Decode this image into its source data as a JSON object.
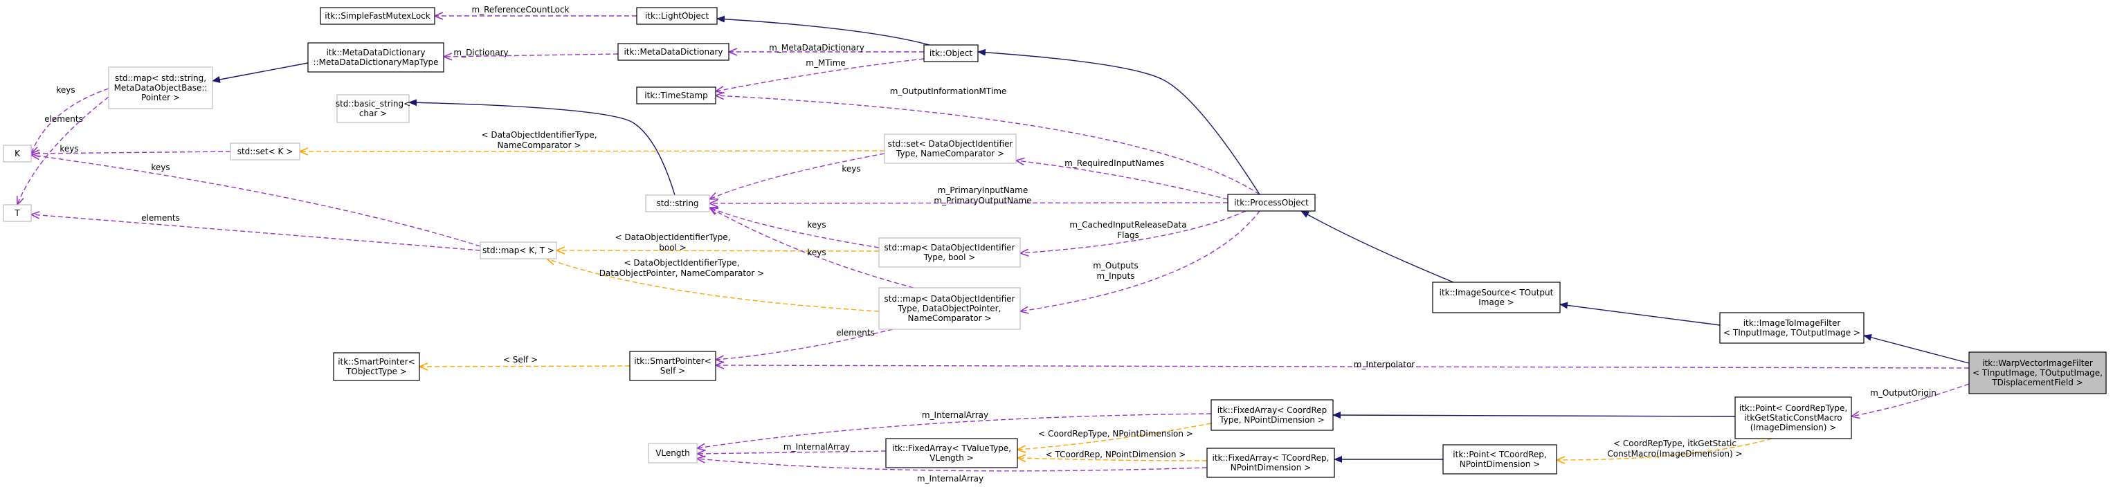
{
  "colors": {
    "background": "#ffffff",
    "node_border": "#000000",
    "node_border_template": "#bfbfbf",
    "node_fill": "#ffffff",
    "focus_fill": "#bfbfbf",
    "inheritance": "#191970",
    "usage": "#9a32cd",
    "template": "#ffa500",
    "text": "#000000"
  },
  "nodes": [
    {
      "id": "SimpleFastMutexLock",
      "lines": [
        "itk::SimpleFastMutexLock"
      ],
      "style": "normal"
    },
    {
      "id": "LightObject",
      "lines": [
        "itk::LightObject"
      ],
      "style": "normal"
    },
    {
      "id": "MapType",
      "lines": [
        "itk::MetaDataDictionary",
        "::MetaDataDictionaryMapType"
      ],
      "style": "normal"
    },
    {
      "id": "MetaDataDictionary",
      "lines": [
        "itk::MetaDataDictionary"
      ],
      "style": "normal"
    },
    {
      "id": "Object",
      "lines": [
        "itk::Object"
      ],
      "style": "normal"
    },
    {
      "id": "StdMapString",
      "lines": [
        "std::map< std::string,",
        "MetaDataObjectBase::",
        "Pointer >"
      ],
      "style": "template"
    },
    {
      "id": "TimeStamp",
      "lines": [
        "itk::TimeStamp"
      ],
      "style": "normal"
    },
    {
      "id": "BasicString",
      "lines": [
        "std::basic_string<",
        "char >"
      ],
      "style": "template"
    },
    {
      "id": "K",
      "lines": [
        "K"
      ],
      "style": "template"
    },
    {
      "id": "StdSetK",
      "lines": [
        "std::set< K >"
      ],
      "style": "template"
    },
    {
      "id": "StdSetDOI",
      "lines": [
        "std::set< DataObjectIdentifier",
        "Type, NameComparator >"
      ],
      "style": "template"
    },
    {
      "id": "StdString",
      "lines": [
        "std::string"
      ],
      "style": "template"
    },
    {
      "id": "ProcessObject",
      "lines": [
        "itk::ProcessObject"
      ],
      "style": "normal"
    },
    {
      "id": "T",
      "lines": [
        "T"
      ],
      "style": "template"
    },
    {
      "id": "StdMapKT",
      "lines": [
        "std::map< K, T >"
      ],
      "style": "template"
    },
    {
      "id": "StdMapDOIBool",
      "lines": [
        "std::map< DataObjectIdentifier",
        "Type, bool >"
      ],
      "style": "template"
    },
    {
      "id": "ImageSource",
      "lines": [
        "itk::ImageSource< TOutput",
        "Image >"
      ],
      "style": "normal"
    },
    {
      "id": "StdMapDOIPtr",
      "lines": [
        "std::map< DataObjectIdentifier",
        "Type, DataObjectPointer,",
        "NameComparator >"
      ],
      "style": "template"
    },
    {
      "id": "ImageToImageFilter",
      "lines": [
        "itk::ImageToImageFilter",
        "< TInputImage, TOutputImage >"
      ],
      "style": "normal"
    },
    {
      "id": "SmartPointerTObject",
      "lines": [
        "itk::SmartPointer<",
        "TObjectType >"
      ],
      "style": "normal"
    },
    {
      "id": "SmartPointerSelf",
      "lines": [
        "itk::SmartPointer<",
        "Self >"
      ],
      "style": "normal"
    },
    {
      "id": "WarpVectorImageFilter",
      "lines": [
        "itk::WarpVectorImageFilter",
        "< TInputImage, TOutputImage,",
        "TDisplacementField >"
      ],
      "style": "focus"
    },
    {
      "id": "FixedArrayCoordRepType",
      "lines": [
        "itk::FixedArray< CoordRep",
        "Type, NPointDimension >"
      ],
      "style": "normal"
    },
    {
      "id": "PointCoordRepType",
      "lines": [
        "itk::Point< CoordRepType,",
        "itkGetStaticConstMacro",
        "(ImageDimension) >"
      ],
      "style": "normal"
    },
    {
      "id": "FixedArrayTValueType",
      "lines": [
        "itk::FixedArray< TValueType,",
        "VLength >"
      ],
      "style": "normal"
    },
    {
      "id": "VLength",
      "lines": [
        "VLength"
      ],
      "style": "template"
    },
    {
      "id": "FixedArrayTCoordRep",
      "lines": [
        "itk::FixedArray< TCoordRep,",
        "NPointDimension >"
      ],
      "style": "normal"
    },
    {
      "id": "PointTCoordRep",
      "lines": [
        "itk::Point< TCoordRep,",
        "NPointDimension >"
      ],
      "style": "normal"
    }
  ],
  "edges": [
    {
      "from": "LightObject",
      "to": "SimpleFastMutexLock",
      "kind": "usage",
      "labels": [
        "m_ReferenceCountLock"
      ]
    },
    {
      "from": "Object",
      "to": "LightObject",
      "kind": "inheritance",
      "labels": []
    },
    {
      "from": "MetaDataDictionary",
      "to": "MapType",
      "kind": "usage",
      "labels": [
        "m_Dictionary"
      ]
    },
    {
      "from": "Object",
      "to": "MetaDataDictionary",
      "kind": "usage",
      "labels": [
        "m_MetaDataDictionary"
      ]
    },
    {
      "from": "Object",
      "to": "TimeStamp",
      "kind": "usage",
      "labels": [
        "m_MTime"
      ]
    },
    {
      "from": "MapType",
      "to": "StdMapString",
      "kind": "inheritance",
      "labels": []
    },
    {
      "from": "StdMapString",
      "to": "K",
      "kind": "usage",
      "labels": [
        "keys"
      ]
    },
    {
      "from": "StdMapString",
      "to": "T",
      "kind": "usage",
      "labels": [
        "elements"
      ]
    },
    {
      "from": "ProcessObject",
      "to": "Object",
      "kind": "inheritance",
      "labels": []
    },
    {
      "from": "ProcessObject",
      "to": "TimeStamp",
      "kind": "usage",
      "labels": [
        "m_OutputInformationMTime"
      ]
    },
    {
      "from": "StdString",
      "to": "BasicString",
      "kind": "inheritance",
      "labels": []
    },
    {
      "from": "StdSetK",
      "to": "K",
      "kind": "usage",
      "labels": [
        "keys"
      ]
    },
    {
      "from": "StdSetDOI",
      "to": "StdSetK",
      "kind": "template",
      "labels": [
        "< DataObjectIdentifierType,",
        "NameComparator >"
      ]
    },
    {
      "from": "StdSetDOI",
      "to": "StdString",
      "kind": "usage",
      "labels": [
        "keys"
      ]
    },
    {
      "from": "ProcessObject",
      "to": "StdSetDOI",
      "kind": "usage",
      "labels": [
        "m_RequiredInputNames"
      ]
    },
    {
      "from": "ProcessObject",
      "to": "StdString",
      "kind": "usage",
      "labels": [
        "m_PrimaryInputName",
        "m_PrimaryOutputName"
      ]
    },
    {
      "from": "StdMapKT",
      "to": "K",
      "kind": "usage",
      "labels": [
        "keys"
      ]
    },
    {
      "from": "StdMapKT",
      "to": "T",
      "kind": "usage",
      "labels": [
        "elements"
      ]
    },
    {
      "from": "StdMapDOIBool",
      "to": "StdMapKT",
      "kind": "template",
      "labels": [
        "< DataObjectIdentifierType,",
        "bool >"
      ]
    },
    {
      "from": "StdMapDOIBool",
      "to": "StdString",
      "kind": "usage",
      "labels": [
        "keys"
      ]
    },
    {
      "from": "ProcessObject",
      "to": "StdMapDOIBool",
      "kind": "usage",
      "labels": [
        "m_CachedInputReleaseData",
        "Flags"
      ]
    },
    {
      "from": "StdMapDOIPtr",
      "to": "StdMapKT",
      "kind": "template",
      "labels": [
        "< DataObjectIdentifierType,",
        "DataObjectPointer, NameComparator >"
      ]
    },
    {
      "from": "StdMapDOIPtr",
      "to": "StdString",
      "kind": "usage",
      "labels": [
        "keys"
      ]
    },
    {
      "from": "ProcessObject",
      "to": "StdMapDOIPtr",
      "kind": "usage",
      "labels": [
        "m_Outputs",
        "m_Inputs"
      ]
    },
    {
      "from": "ImageSource",
      "to": "ProcessObject",
      "kind": "inheritance",
      "labels": []
    },
    {
      "from": "ImageToImageFilter",
      "to": "ImageSource",
      "kind": "inheritance",
      "labels": []
    },
    {
      "from": "WarpVectorImageFilter",
      "to": "ImageToImageFilter",
      "kind": "inheritance",
      "labels": []
    },
    {
      "from": "SmartPointerSelf",
      "to": "SmartPointerTObject",
      "kind": "template",
      "labels": [
        "< Self >"
      ]
    },
    {
      "from": "StdMapDOIPtr",
      "to": "SmartPointerSelf",
      "kind": "usage",
      "labels": [
        "elements"
      ]
    },
    {
      "from": "WarpVectorImageFilter",
      "to": "SmartPointerSelf",
      "kind": "usage",
      "labels": [
        "m_Interpolator"
      ]
    },
    {
      "from": "WarpVectorImageFilter",
      "to": "PointCoordRepType",
      "kind": "usage",
      "labels": [
        "m_OutputOrigin"
      ]
    },
    {
      "from": "PointCoordRepType",
      "to": "FixedArrayCoordRepType",
      "kind": "inheritance",
      "labels": []
    },
    {
      "from": "FixedArrayCoordRepType",
      "to": "VLength",
      "kind": "usage",
      "labels": [
        "m_InternalArray"
      ]
    },
    {
      "from": "FixedArrayCoordRepType",
      "to": "FixedArrayTValueType",
      "kind": "template",
      "labels": [
        "< CoordRepType, NPointDimension >"
      ]
    },
    {
      "from": "FixedArrayTValueType",
      "to": "VLength",
      "kind": "usage",
      "labels": [
        "m_InternalArray"
      ]
    },
    {
      "from": "FixedArrayTCoordRep",
      "to": "FixedArrayTValueType",
      "kind": "template",
      "labels": [
        "< TCoordRep, NPointDimension >"
      ]
    },
    {
      "from": "FixedArrayTCoordRep",
      "to": "VLength",
      "kind": "usage",
      "labels": [
        "m_InternalArray"
      ]
    },
    {
      "from": "PointTCoordRep",
      "to": "FixedArrayTCoordRep",
      "kind": "inheritance",
      "labels": []
    },
    {
      "from": "PointCoordRepType",
      "to": "PointTCoordRep",
      "kind": "template",
      "labels": [
        "< CoordRepType, itkGetStatic",
        "ConstMacro(ImageDimension) >"
      ]
    }
  ]
}
